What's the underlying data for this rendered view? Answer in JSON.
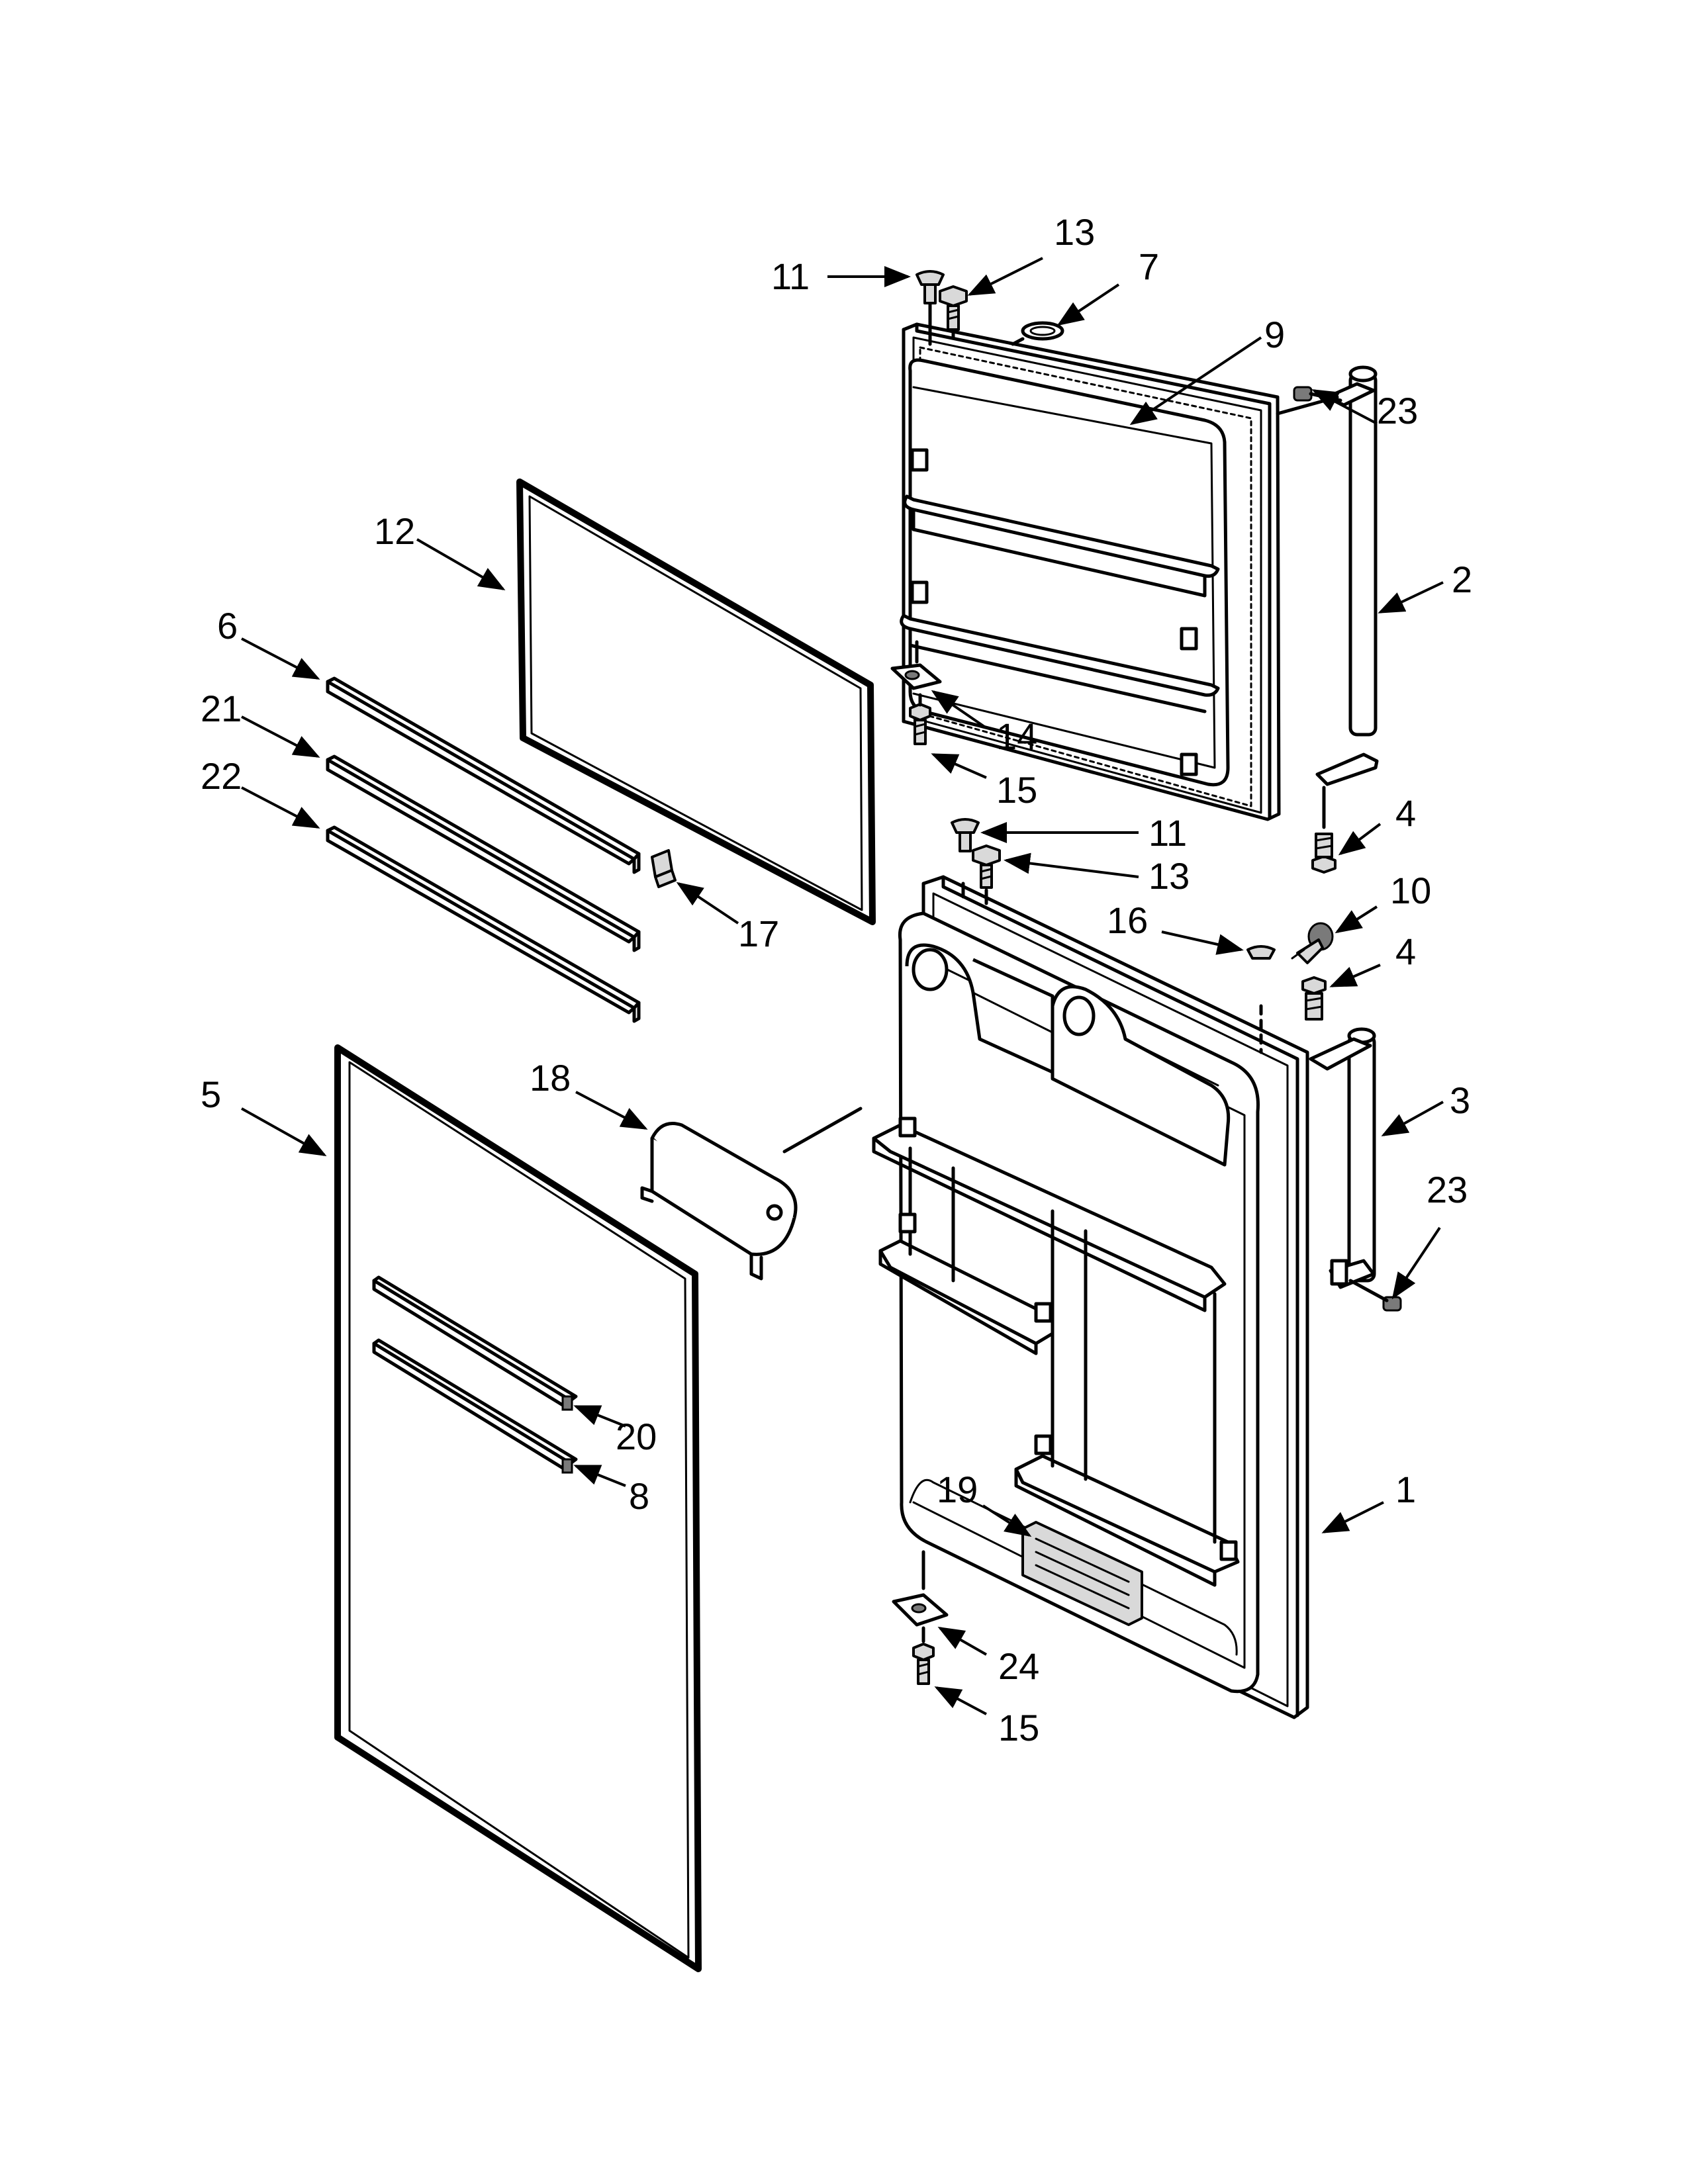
{
  "diagram": {
    "labels": [
      {
        "id": "11-top",
        "text": "11"
      },
      {
        "id": "13-top",
        "text": "13"
      },
      {
        "id": "7",
        "text": "7"
      },
      {
        "id": "9",
        "text": "9"
      },
      {
        "id": "23-top",
        "text": "23"
      },
      {
        "id": "12",
        "text": "12"
      },
      {
        "id": "2",
        "text": "2"
      },
      {
        "id": "6",
        "text": "6"
      },
      {
        "id": "21",
        "text": "21"
      },
      {
        "id": "22",
        "text": "22"
      },
      {
        "id": "14",
        "text": "14"
      },
      {
        "id": "15-top",
        "text": "15"
      },
      {
        "id": "4-top",
        "text": "4"
      },
      {
        "id": "11-mid",
        "text": "11"
      },
      {
        "id": "13-mid",
        "text": "13"
      },
      {
        "id": "10",
        "text": "10"
      },
      {
        "id": "16",
        "text": "16"
      },
      {
        "id": "4-mid",
        "text": "4"
      },
      {
        "id": "17",
        "text": "17"
      },
      {
        "id": "5",
        "text": "5"
      },
      {
        "id": "18",
        "text": "18"
      },
      {
        "id": "3",
        "text": "3"
      },
      {
        "id": "23-mid",
        "text": "23"
      },
      {
        "id": "20",
        "text": "20"
      },
      {
        "id": "8",
        "text": "8"
      },
      {
        "id": "19",
        "text": "19"
      },
      {
        "id": "1",
        "text": "1"
      },
      {
        "id": "24",
        "text": "24"
      },
      {
        "id": "15-bottom",
        "text": "15"
      }
    ]
  }
}
